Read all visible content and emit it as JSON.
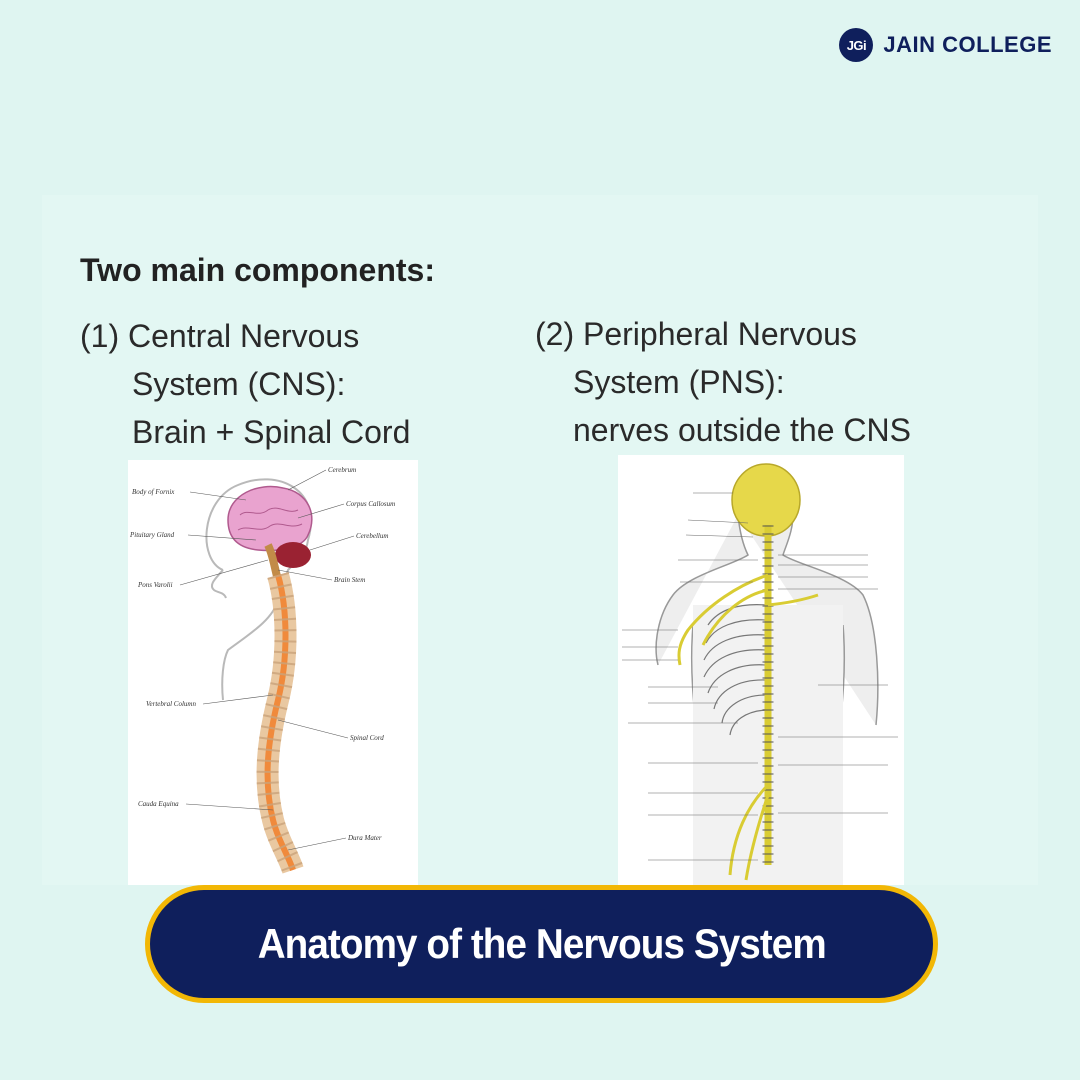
{
  "brand": {
    "logo_text": "JGi",
    "name": "JAIN COLLEGE"
  },
  "slide": {
    "heading": "Two main components:",
    "cns": {
      "line1": "(1) Central Nervous",
      "line2": "System (CNS):",
      "line3": "Brain + Spinal Cord",
      "labels": [
        "Body of Fornix",
        "Pituitary Gland",
        "Pons Varolii",
        "Vertebral Column",
        "Cauda Equina",
        "Cerebrum",
        "Corpus Callosum",
        "Cerebellum",
        "Brain Stem",
        "Spinal Cord",
        "Dura Mater"
      ]
    },
    "pns": {
      "line1": "(2) Peripheral Nervous",
      "line2": "System (PNS):",
      "line3": "nerves outside the CNS"
    }
  },
  "caption": "Anatomy of the Nervous System"
}
